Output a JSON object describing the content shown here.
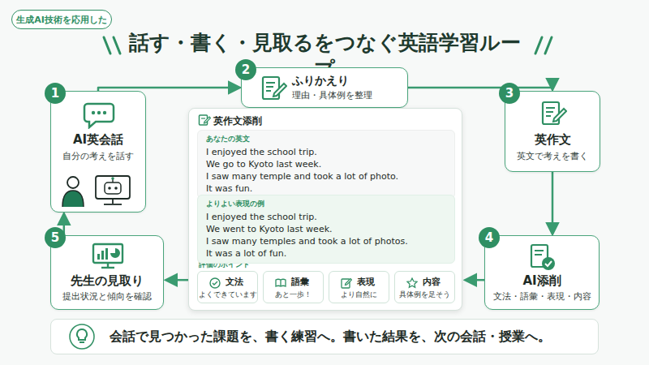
{
  "diagram": {
    "title": "話す・書く・見取るをつなぐ英語学習ループ",
    "nodes": [
      {
        "text": [
          "生成AI技術を応用した"
        ]
      },
      {
        "text": [
          "1",
          "AI英会話",
          "自分の考えを話す"
        ]
      },
      {
        "text": [
          "2",
          "ふりかえり",
          "理由・具体例を整理"
        ]
      },
      {
        "text": [
          "3",
          "英作文",
          "英文で考えを書く"
        ]
      },
      {
        "text": [
          "英作文添削",
          "評価のポイント"
        ]
      },
      {
        "text": [
          "あなたの英文",
          "I enjoyed the school trip.",
          "We go to Kyoto last week.",
          "I saw many temple and took a lot of photo.",
          "It was fun."
        ],
        "in": 4
      },
      {
        "text": [
          "よりよい表現の例",
          "I enjoyed the school trip.",
          "We went to Kyoto last week.",
          "I saw many temples and took a lot of photos.",
          "It was a lot of fun."
        ],
        "in": 4
      },
      {
        "text": [
          "文法",
          "よくできています"
        ],
        "in": 4
      },
      {
        "text": [
          "語彙",
          "あと一歩！"
        ],
        "in": 4
      },
      {
        "text": [
          "表現",
          "より自然に"
        ],
        "in": 4
      },
      {
        "text": [
          "内容",
          "具体例を足そう"
        ],
        "in": 4
      },
      {
        "text": [
          "4",
          "AI添削",
          "文法・語彙・表現・内容"
        ]
      },
      {
        "text": [
          "5",
          "先生の見取り",
          "提出状況と傾向を確認"
        ]
      },
      {
        "text": [
          "会話で見つかった課題を、書く練習へ。書いた結果を、次の会話・授業へ。"
        ]
      }
    ],
    "edges": [
      {
        "from": 1,
        "to": 2,
        "arrow": "to"
      },
      {
        "from": 2,
        "to": 3,
        "arrow": "to"
      },
      {
        "from": 3,
        "to": 11,
        "arrow": "to"
      },
      {
        "from": 11,
        "to": 4,
        "arrow": "to"
      },
      {
        "from": 4,
        "to": 12,
        "arrow": "to"
      },
      {
        "from": 12,
        "to": 1,
        "arrow": "to"
      }
    ]
  }
}
